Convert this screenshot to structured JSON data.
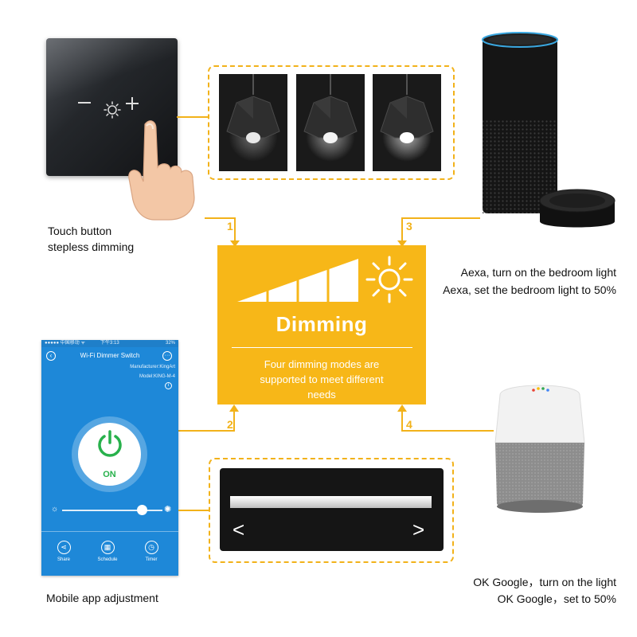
{
  "colors": {
    "accent": "#f7b718",
    "phone_blue": "#1e88d8",
    "power_green": "#28b14c"
  },
  "touch_section": {
    "caption_line1": "Touch button",
    "caption_line2": "stepless dimming",
    "icons": [
      "minus-icon",
      "sun-icon",
      "plus-icon"
    ]
  },
  "steps": {
    "n1": "1",
    "n2": "2",
    "n3": "3",
    "n4": "4"
  },
  "dimming": {
    "title": "Dimming",
    "desc_line1": "Four dimming modes are",
    "desc_line2": "supported to meet different",
    "desc_line3": "needs"
  },
  "alexa": {
    "line1": "Aexa, turn on the bedroom light",
    "line2": "Aexa, set the bedroom light to 50%"
  },
  "google": {
    "line1": "OK Google，turn on the light",
    "line2": "OK Google，set to 50%"
  },
  "phone": {
    "status_left": "●●●●● 中国移动  ᯤ",
    "status_time": "下午3:13",
    "status_right": "32%",
    "title": "Wi-Fi Dimmer Switch",
    "manufacturer": "Manufacturer:KingArt",
    "model": "Model:KING-M-4",
    "power_label": "ON",
    "brightness_percent": 80,
    "tabs": [
      {
        "label": "Share",
        "icon": "share-icon"
      },
      {
        "label": "Schedule",
        "icon": "schedule-icon"
      },
      {
        "label": "Timer",
        "icon": "timer-icon"
      }
    ]
  },
  "app_section": {
    "caption": "Mobile app adjustment"
  },
  "slider_card": {
    "left_arrow": "<",
    "right_arrow": ">"
  }
}
